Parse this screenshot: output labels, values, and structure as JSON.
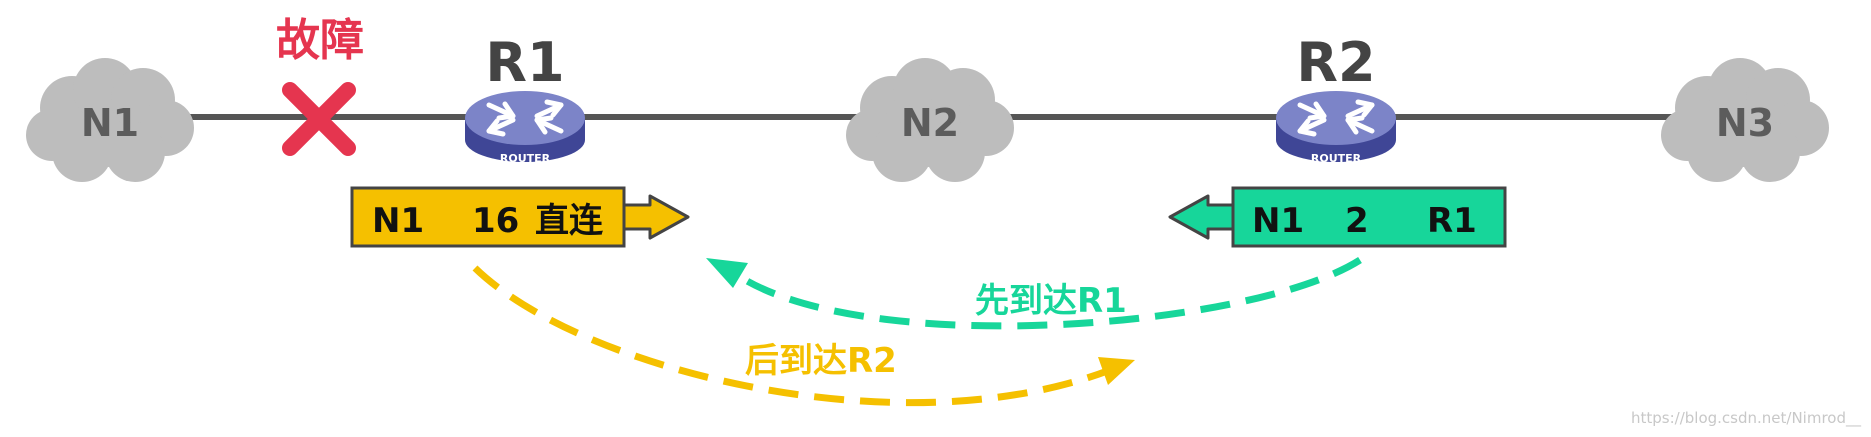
{
  "networks": {
    "n1": "N1",
    "n2": "N2",
    "n3": "N3"
  },
  "routers": {
    "r1": {
      "name": "R1",
      "badge": "ROUTER"
    },
    "r2": {
      "name": "R2",
      "badge": "ROUTER"
    }
  },
  "fault": {
    "label": "故障",
    "icon": "cross-icon"
  },
  "routes": {
    "r1_entry": {
      "network": "N1",
      "distance": "16",
      "next_hop": "直连"
    },
    "r2_entry": {
      "network": "N1",
      "distance": "2",
      "next_hop": "R1"
    }
  },
  "annotations": {
    "first_arrive": "先到达R1",
    "later_arrive": "后到达R2"
  },
  "watermark": "https://blog.csdn.net/Nimrod__",
  "colors": {
    "link": "#555555",
    "cloud": "#bdbdbd",
    "cloud_text": "#5c5c5c",
    "router_top": "#7c84c8",
    "router_body": "#3f4696",
    "fault": "#e5354f",
    "yellow": "#f5c000",
    "green": "#17d69a",
    "box_border": "#444444"
  }
}
